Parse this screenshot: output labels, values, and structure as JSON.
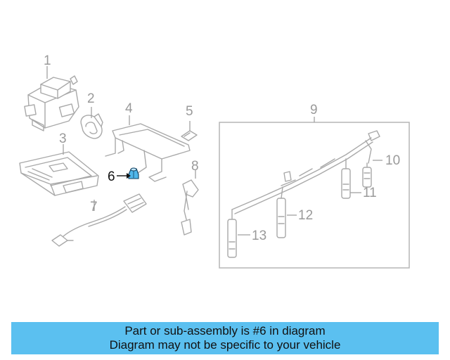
{
  "diagram": {
    "highlight_color": "#4fb6ea",
    "labels": [
      {
        "id": "p1",
        "text": "1"
      },
      {
        "id": "p2",
        "text": "2"
      },
      {
        "id": "p3",
        "text": "3"
      },
      {
        "id": "p4",
        "text": "4"
      },
      {
        "id": "p5",
        "text": "5"
      },
      {
        "id": "p6",
        "text": "6"
      },
      {
        "id": "p7",
        "text": "7"
      },
      {
        "id": "p8",
        "text": "8"
      },
      {
        "id": "p9",
        "text": "9"
      },
      {
        "id": "p10",
        "text": "10"
      },
      {
        "id": "p11",
        "text": "11"
      },
      {
        "id": "p12",
        "text": "12"
      },
      {
        "id": "p13",
        "text": "13"
      }
    ]
  },
  "banner": {
    "line1": "Part or sub-assembly is #6 in diagram",
    "line2": "Diagram may not be specific to your vehicle",
    "background": "#5bc0f0"
  }
}
